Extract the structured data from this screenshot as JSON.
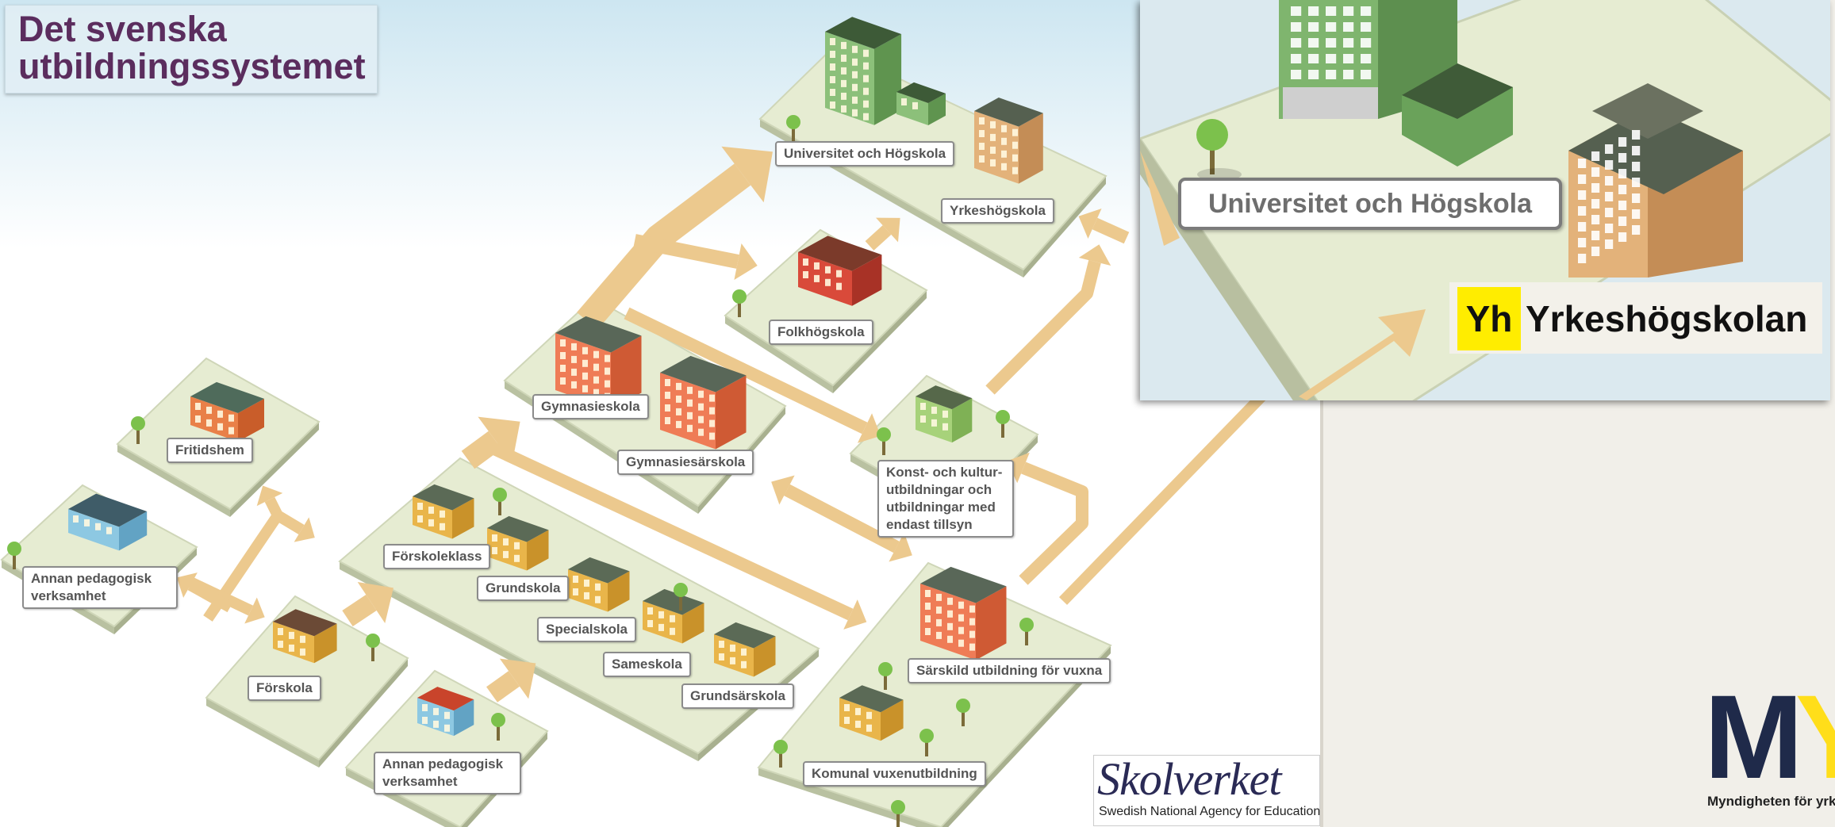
{
  "title": "Det svenska utbildningssystemet",
  "labels": {
    "fritidshem": "Fritidshem",
    "annan_ped_1": "Annan pedagogisk verksamhet",
    "forskola": "Förskola",
    "annan_ped_2": "Annan pedagogisk verksamhet",
    "forskoleklass": "Förskoleklass",
    "grundskola": "Grundskola",
    "specialskola": "Specialskola",
    "sameskola": "Sameskola",
    "grundsarskola": "Grundsärskola",
    "gymnasieskola": "Gymnasieskola",
    "gymnasiesarskola": "Gymnasiesärskola",
    "folkhogskola": "Folkhögskola",
    "universitet": "Universitet och Högskola",
    "yrkeshogskola": "Yrkeshögskola",
    "konst": "Konst- och kultur-utbildningar och utbildningar med endast tillsyn",
    "sarskild": "Särskild utbildning för vuxna",
    "komvux": "Komunal vuxenutbildning"
  },
  "inset": {
    "university_label": "Universitet och Högskola",
    "yh_badge": "Yh",
    "yh_name": "Yrkeshögskolan"
  },
  "logo": {
    "name": "Skolverket",
    "subtitle": "Swedish National Agency for Education"
  },
  "myh": {
    "letters_main": "M",
    "letters_accent": "Y",
    "subtitle": "Myndigheten för yrk"
  },
  "colors": {
    "title_text": "#5b2d5e",
    "platform": "#e6ecd2",
    "arrow": "#ecc98e",
    "yh_yellow": "#ffed00"
  }
}
